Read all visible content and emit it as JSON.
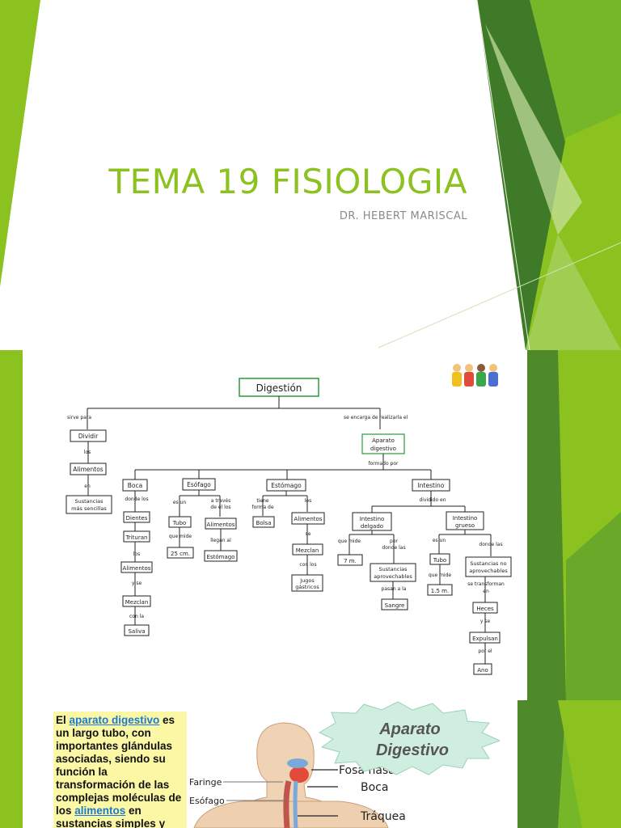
{
  "slide1": {
    "title": "TEMA 19 FISIOLOGIA",
    "subtitle": "DR. HEBERT MARISCAL"
  },
  "concept_map": {
    "root": "Digestión",
    "left": {
      "connector1": "sirve para",
      "node1": "Dividir",
      "connector2": "los",
      "node2": "Alimentos",
      "connector3": "en",
      "node3_line1": "Sustancias",
      "node3_line2": "más sencillas"
    },
    "right": {
      "connector1": "se encarga de realizarla el",
      "node1_line1": "Aparato",
      "node1_line2": "digestivo",
      "connector2": "formado por"
    },
    "organs": {
      "boca": "Boca",
      "esofago": "Esófago",
      "estomago": "Estómago",
      "intestino": "Intestino"
    },
    "boca_chain": {
      "c1": "donde los",
      "n1": "Dientes",
      "n2": "Trituran",
      "c2": "los",
      "n3": "Alimentos",
      "c3": "y se",
      "n4": "Mezclan",
      "c4": "con la",
      "n5": "Saliva"
    },
    "esofago_chain": {
      "c1_line1": "es un",
      "n1": "Tubo",
      "c2": "que mide",
      "n2": "25 cm.",
      "c3_line1": "a través",
      "c3_line2": "de él los",
      "n3": "Alimentos",
      "c4": "llegan al",
      "n4": "Estómago"
    },
    "estomago_chain": {
      "c1_line1": "tiene",
      "c1_line2": "forma de",
      "n1": "Bolsa",
      "c2": "los",
      "n2": "Alimentos",
      "c3": "se",
      "n3": "Mezclan",
      "c4": "con los",
      "n4_line1": "Jugos",
      "n4_line2": "gástricos"
    },
    "intestino_chain": {
      "c1": "dividido en",
      "delgado_line1": "Intestino",
      "delgado_line2": "delgado",
      "grueso_line1": "Intestino",
      "grueso_line2": "grueso",
      "d_c1": "que mide",
      "d_n1": "7 m.",
      "d_c2_line1": "por",
      "d_c2_line2": "donde las",
      "d_n2_line1": "Sustancias",
      "d_n2_line2": "aprovechables",
      "d_c3": "pasan a la",
      "d_n3": "Sangre",
      "g_c1": "es un",
      "g_n1": "Tubo",
      "g_c2": "que mide",
      "g_n2": "1.5 m.",
      "g_c3": "donde las",
      "g_n3_line1": "Sustancias no",
      "g_n3_line2": "aprovechables",
      "g_c4_line1": "se transforman",
      "g_c4_line2": "en",
      "g_n4": "Heces",
      "g_c5": "y se",
      "g_n5": "Expulsan",
      "g_c6": "por el",
      "g_n6": "Ano"
    }
  },
  "slide3": {
    "card": {
      "part1": "El ",
      "link1": "aparato digestivo",
      "part2": " es un largo tubo, con importantes glándulas asociadas, siendo su función la transformación de las complejas moléculas de los ",
      "link2": "alimentos",
      "part3": " en sustancias simples y"
    },
    "badge_line1": "Aparato",
    "badge_line2": "Digestivo",
    "labels": {
      "faringe": "Faringe",
      "esofago": "Esófago",
      "fosa_nasal": "Fosa nasal",
      "boca": "Boca",
      "traquea": "Tráquea"
    }
  }
}
